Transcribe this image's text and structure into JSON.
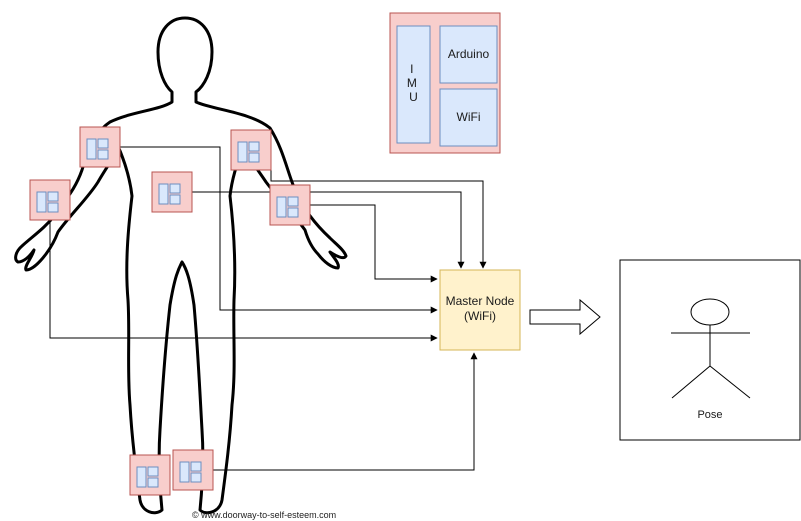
{
  "legend": {
    "imu_label": "I\nM\nU",
    "arduino_label": "Arduino",
    "wifi_label": "WiFi"
  },
  "master_node": {
    "line1": "Master Node",
    "line2": "(WiFi)"
  },
  "pose_label": "Pose",
  "credit": "© www.doorway-to-self-esteem.com",
  "colors": {
    "sensor_fill": "#f8cecc",
    "sensor_border": "#b85450",
    "part_fill": "#dae8fc",
    "part_border": "#6c8ebf",
    "master_fill": "#fff2cc",
    "master_border": "#d6b656"
  },
  "icons": [
    "human-silhouette-icon",
    "stick-figure-icon",
    "right-arrow-icon"
  ]
}
